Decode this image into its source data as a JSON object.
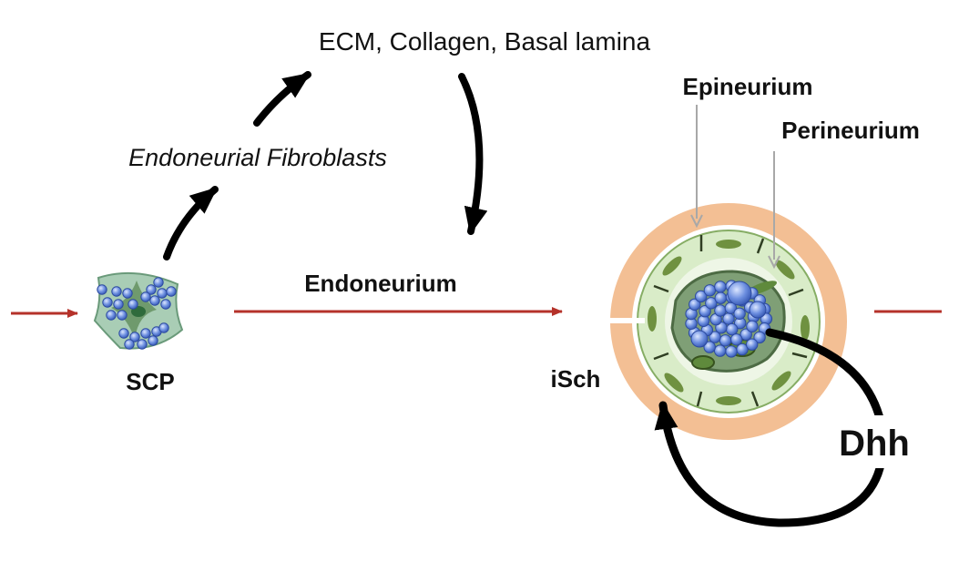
{
  "labels": {
    "ecm": "ECM, Collagen, Basal lamina",
    "fibroblasts": "Endoneurial Fibroblasts",
    "endoneurium": "Endoneurium",
    "scp": "SCP",
    "isch": "iSch",
    "epineurium": "Epineurium",
    "perineurium": "Perineurium",
    "dhh": "Dhh"
  },
  "colors": {
    "lineage_arrow": "#b5322a",
    "black_arrow": "#000000",
    "epineurium_ring": "#f3bf94",
    "perineurium_ring": "#d9ecc8",
    "perineurial_cells": "#6f9140",
    "axon_blue": "#5b7fd6",
    "leader_line": "#a8a8a8"
  }
}
